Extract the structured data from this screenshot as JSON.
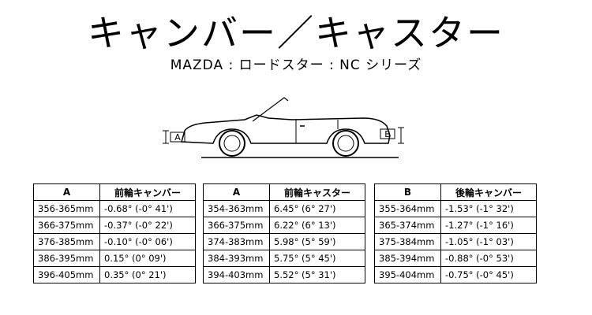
{
  "header": {
    "title": "キャンバー／キャスター",
    "subtitle": "MAZDA : ロードスター : NC シリーズ"
  },
  "diagram": {
    "front_label": "A",
    "rear_label": "B"
  },
  "tables": [
    {
      "col1": "A",
      "col2": "前輪キャンバー",
      "rows": [
        [
          "356-365mm",
          "-0.68° (-0° 41')"
        ],
        [
          "366-375mm",
          "-0.37° (-0° 22')"
        ],
        [
          "376-385mm",
          "-0.10° (-0° 06')"
        ],
        [
          "386-395mm",
          "0.15° (0° 09')"
        ],
        [
          "396-405mm",
          "0.35° (0° 21')"
        ]
      ]
    },
    {
      "col1": "A",
      "col2": "前輪キャスター",
      "rows": [
        [
          "354-363mm",
          "6.45° (6° 27')"
        ],
        [
          "366-375mm",
          "6.22° (6° 13')"
        ],
        [
          "374-383mm",
          "5.98° (5° 59')"
        ],
        [
          "384-393mm",
          "5.75° (5° 45')"
        ],
        [
          "394-403mm",
          "5.52° (5° 31')"
        ]
      ]
    },
    {
      "col1": "B",
      "col2": "後輪キャンバー",
      "rows": [
        [
          "355-364mm",
          "-1.53° (-1° 32')"
        ],
        [
          "365-374mm",
          "-1.27° (-1° 16')"
        ],
        [
          "375-384mm",
          "-1.05° (-1° 03')"
        ],
        [
          "385-394mm",
          "-0.88° (-0° 53')"
        ],
        [
          "395-404mm",
          "-0.75° (-0° 45')"
        ]
      ]
    }
  ]
}
